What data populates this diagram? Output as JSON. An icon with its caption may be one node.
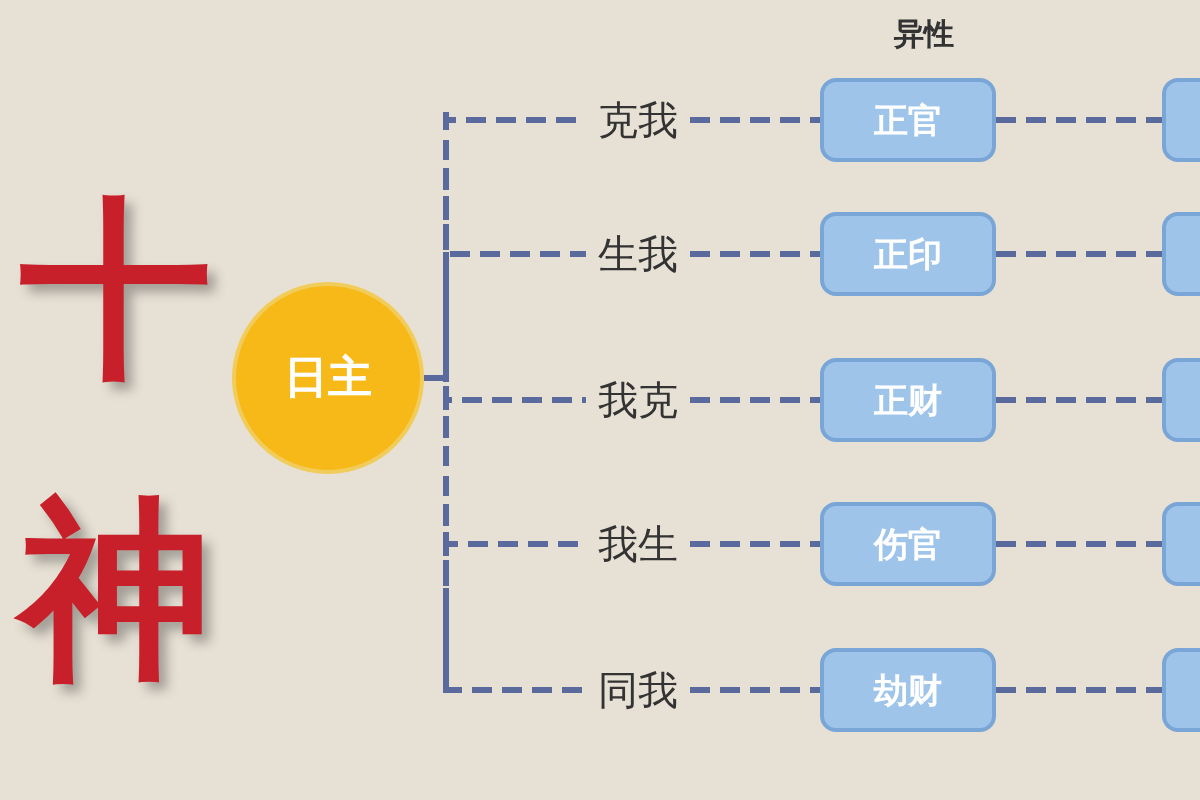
{
  "diagram": {
    "title": "十神",
    "nodes": [
      {
        "text": [
          "日主"
        ]
      },
      {
        "text": [
          "克我"
        ]
      },
      {
        "text": [
          "正官"
        ]
      },
      {
        "text": [],
        "shape": "box"
      },
      {
        "text": [
          "生我"
        ]
      },
      {
        "text": [
          "正印"
        ]
      },
      {
        "text": [],
        "shape": "box"
      },
      {
        "text": [
          "我克"
        ]
      },
      {
        "text": [
          "正财"
        ]
      },
      {
        "text": [],
        "shape": "box"
      },
      {
        "text": [
          "我生"
        ]
      },
      {
        "text": [
          "伤官"
        ]
      },
      {
        "text": [],
        "shape": "box"
      },
      {
        "text": [
          "同我"
        ]
      },
      {
        "text": [
          "劫财"
        ]
      },
      {
        "text": [],
        "shape": "box"
      }
    ],
    "edges": [
      {
        "from": 0,
        "to": 1,
        "arrow": "none",
        "style": "dashed"
      },
      {
        "from": 1,
        "to": 2,
        "arrow": "none",
        "style": "dashed"
      },
      {
        "from": 2,
        "to": 3,
        "arrow": "none",
        "style": "dashed"
      },
      {
        "from": 0,
        "to": 4,
        "arrow": "none",
        "style": "dashed"
      },
      {
        "from": 4,
        "to": 5,
        "arrow": "none",
        "style": "dashed"
      },
      {
        "from": 5,
        "to": 6,
        "arrow": "none",
        "style": "dashed"
      },
      {
        "from": 0,
        "to": 7,
        "arrow": "none",
        "style": "dashed"
      },
      {
        "from": 7,
        "to": 8,
        "arrow": "none",
        "style": "dashed"
      },
      {
        "from": 8,
        "to": 9,
        "arrow": "none",
        "style": "dashed"
      },
      {
        "from": 0,
        "to": 10,
        "arrow": "none",
        "style": "dashed"
      },
      {
        "from": 10,
        "to": 11,
        "arrow": "none",
        "style": "dashed"
      },
      {
        "from": 11,
        "to": 12,
        "arrow": "none",
        "style": "dashed"
      },
      {
        "from": 0,
        "to": 13,
        "arrow": "none",
        "style": "dashed"
      },
      {
        "from": 13,
        "to": 14,
        "arrow": "none",
        "style": "dashed"
      },
      {
        "from": 14,
        "to": 15,
        "arrow": "none",
        "style": "dashed"
      }
    ],
    "labels": [
      "异性"
    ]
  }
}
